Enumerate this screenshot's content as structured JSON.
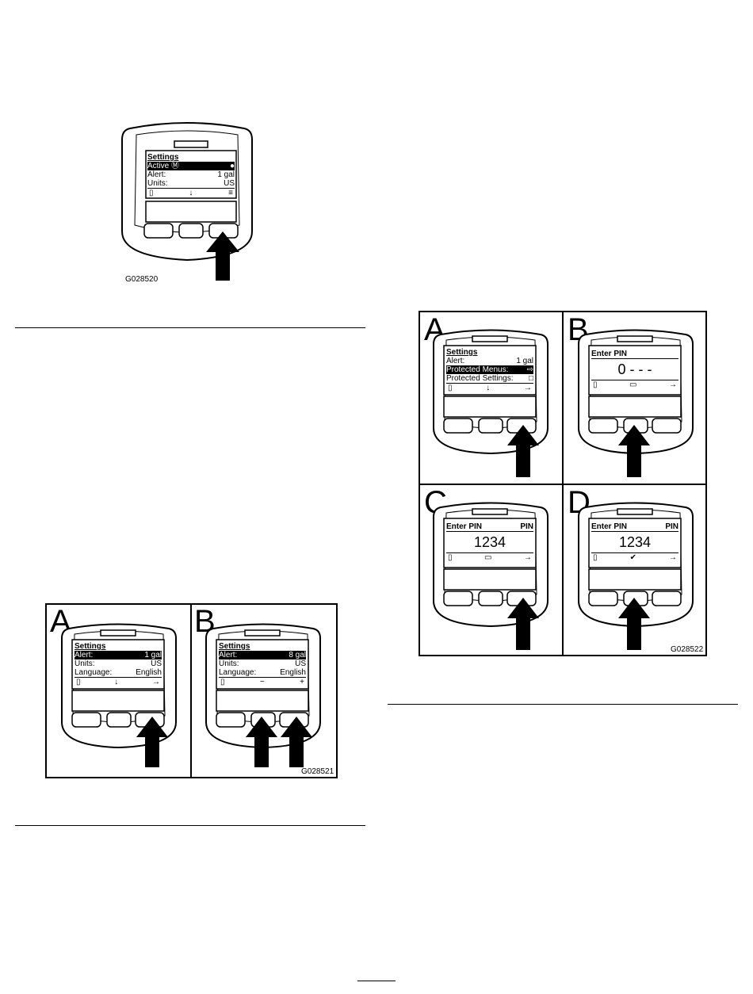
{
  "figure_1": {
    "code": "G028520",
    "screen": {
      "title": "Settings",
      "rows": [
        {
          "label": "Active Ⓜ",
          "value": "●",
          "highlight": true
        },
        {
          "label": "Alert:",
          "value": "1 gal",
          "highlight": false
        },
        {
          "label": "Units:",
          "value": "US",
          "highlight": false
        }
      ],
      "nav": [
        "▯",
        "↓",
        "≡"
      ]
    }
  },
  "figure_2": {
    "code": "G028521",
    "panels": [
      {
        "letter": "A",
        "screen": {
          "title": "Settings",
          "rows": [
            {
              "label": "Alert:",
              "value": "1 gal",
              "highlight": true
            },
            {
              "label": "Units:",
              "value": "US",
              "highlight": false
            },
            {
              "label": "Language:",
              "value": "English",
              "highlight": false
            }
          ],
          "nav": [
            "▯",
            "↓",
            "→"
          ]
        }
      },
      {
        "letter": "B",
        "screen": {
          "title": "Settings",
          "rows": [
            {
              "label": "Alert:",
              "value": "8 gal",
              "highlight": true
            },
            {
              "label": "Units:",
              "value": "US",
              "highlight": false
            },
            {
              "label": "Language:",
              "value": "English",
              "highlight": false
            }
          ],
          "nav": [
            "▯",
            "−",
            "+"
          ]
        }
      }
    ]
  },
  "figure_3": {
    "code": "G028522",
    "panels": [
      {
        "letter": "A",
        "screen": {
          "title": "Settings",
          "rows": [
            {
              "label": "Alert:",
              "value": "1 gal",
              "highlight": false
            },
            {
              "label": "Protected Menus:",
              "value": "⇨",
              "highlight": true
            },
            {
              "label": "Protected Settings:",
              "value": "□",
              "highlight": false
            }
          ],
          "nav": [
            "▯",
            "↓",
            "→"
          ]
        }
      },
      {
        "letter": "B",
        "screen": {
          "head": "Enter PIN",
          "head_right": "",
          "big": "0 - - -",
          "nav": [
            "▯",
            "▭",
            "→"
          ]
        }
      },
      {
        "letter": "C",
        "screen": {
          "head": "Enter PIN",
          "head_right": "PIN",
          "big": "1234",
          "nav": [
            "▯",
            "▭",
            "→"
          ]
        }
      },
      {
        "letter": "D",
        "screen": {
          "head": "Enter PIN",
          "head_right": "PIN",
          "big": "1234",
          "nav": [
            "▯",
            "✔",
            "→"
          ]
        }
      }
    ]
  }
}
